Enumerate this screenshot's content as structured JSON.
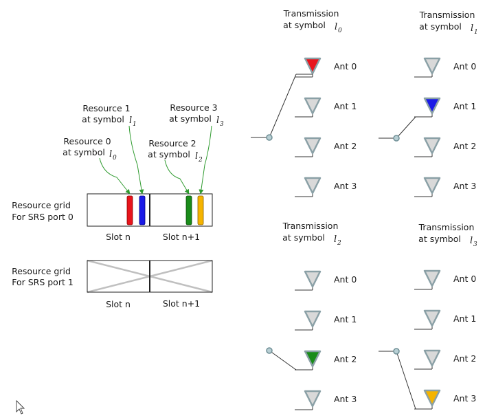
{
  "colors": {
    "red": "#e8141c",
    "blue": "#1a1ae6",
    "green": "#1a8c1a",
    "yellow": "#f5b400",
    "arrow": "#2e9a2e",
    "antenna_fill": "#d9d9d9",
    "antenna_stroke": "#8aa0a6",
    "cross": "#c0c0c0"
  },
  "grid0": {
    "label_line1": "Resource grid",
    "label_line2": "For SRS port 0",
    "slot_a": "Slot n",
    "slot_b": "Slot n+1"
  },
  "grid1": {
    "label_line1": "Resource grid",
    "label_line2": "For SRS port 1",
    "slot_a": "Slot n",
    "slot_b": "Slot n+1"
  },
  "callouts": [
    {
      "line1": "Resource 0",
      "line2": "at symbol",
      "symbol": "l",
      "sub": "0"
    },
    {
      "line1": "Resource 1",
      "line2": "at symbol",
      "symbol": "l",
      "sub": "1"
    },
    {
      "line1": "Resource 2",
      "line2": "at symbol",
      "symbol": "l",
      "sub": "2"
    },
    {
      "line1": "Resource 3",
      "line2": "at symbol",
      "symbol": "l",
      "sub": "3"
    }
  ],
  "panels": [
    {
      "title1": "Transmission",
      "title2": "at symbol",
      "symbol": "l",
      "sub": "0",
      "active": 0,
      "active_color": "red",
      "antennas": [
        "Ant 0",
        "Ant 1",
        "Ant 2",
        "Ant 3"
      ]
    },
    {
      "title1": "Transmission",
      "title2": "at symbol",
      "symbol": "l",
      "sub": "1",
      "active": 1,
      "active_color": "blue",
      "antennas": [
        "Ant 0",
        "Ant 1",
        "Ant 2",
        "Ant 3"
      ]
    },
    {
      "title1": "Transmission",
      "title2": "at symbol",
      "symbol": "l",
      "sub": "2",
      "active": 2,
      "active_color": "green",
      "antennas": [
        "Ant 0",
        "Ant 1",
        "Ant 2",
        "Ant 3"
      ]
    },
    {
      "title1": "Transmission",
      "title2": "at symbol",
      "symbol": "l",
      "sub": "3",
      "active": 3,
      "active_color": "yellow",
      "antennas": [
        "Ant 0",
        "Ant 1",
        "Ant 2",
        "Ant 3"
      ]
    }
  ]
}
